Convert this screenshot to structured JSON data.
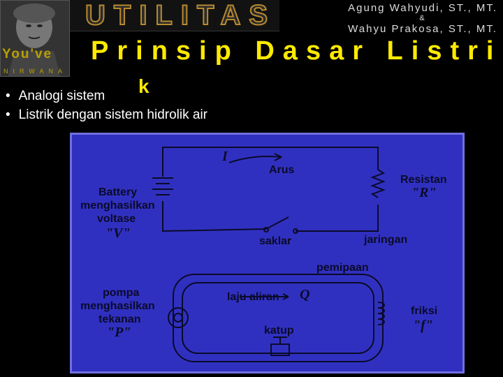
{
  "header": {
    "banner_title": "UTILITAS",
    "author_line1": "Agung Wahyudi, ST., MT.",
    "author_line2": "&",
    "author_line3": "Wahyu Prakosa, ST., MT.",
    "logo_text": "You've",
    "logo_subtext": "NIRWANA"
  },
  "slide": {
    "title_main": "Prinsip Dasar Listri",
    "title_wrap": "k",
    "bullets": [
      "Analogi sistem",
      "Listrik dengan sistem hidrolik air"
    ]
  },
  "diagram": {
    "current_symbol": "I",
    "current_label": "Arus",
    "resistance_label": "Resistan",
    "resistance_symbol": "\"R\"",
    "battery_line1": "Battery",
    "battery_line2": "menghasilkan",
    "battery_line3": "voltase",
    "voltage_symbol": "\"V\"",
    "switch_label": "saklar",
    "network_label": "jaringan",
    "piping_label": "pemipaan",
    "pump_line1": "pompa",
    "pump_line2": "menghasilkan",
    "pump_line3": "tekanan",
    "pressure_symbol": "\"P\"",
    "flow_label": "laju aliran",
    "flow_symbol": "Q",
    "friction_label": "friksi",
    "friction_symbol": "\"f\"",
    "valve_label": "katup"
  }
}
